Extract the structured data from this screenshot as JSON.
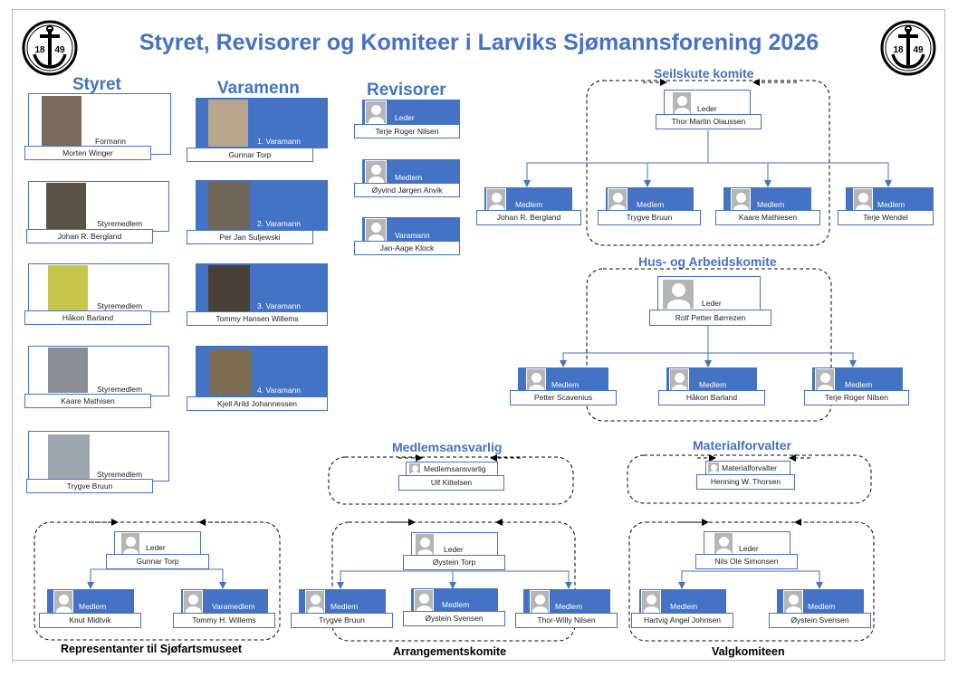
{
  "title": "Styret, Revisorer og Komiteer i Larviks Sjømannsforening 2026",
  "logo": {
    "year_left": "18",
    "year_right": "49"
  },
  "sections": {
    "styret": "Styret",
    "varamenn": "Varamenn",
    "revisorer": "Revisorer",
    "seilskute": "Seilskute komite",
    "hus": "Hus- og Arbeidskomite",
    "medlemsansvarlig": "Medlemsansvarlig",
    "materialforvalter": "Materialforvalter",
    "sjofart": "Representanter til Sjøfartsmuseet",
    "arrangement": "Arrangementskomite",
    "valg": "Valgkomiteen"
  },
  "styret": [
    {
      "role": "Formann",
      "name": "Morten Winger"
    },
    {
      "role": "Styremedlem",
      "name": "Johan R. Bergland"
    },
    {
      "role": "Styremedlem",
      "name": "Håkon Barland"
    },
    {
      "role": "Styremedlem",
      "name": "Kaare Mathisen"
    },
    {
      "role": "Styremedlem",
      "name": "Trygve Bruun"
    }
  ],
  "varamenn": [
    {
      "role": "1. Varamann",
      "name": "Gunnar Torp"
    },
    {
      "role": "2. Varamann",
      "name": "Per Jan Suljewski"
    },
    {
      "role": "3. Varamann",
      "name": "Tommy Hansen Willems"
    },
    {
      "role": "4. Varamann",
      "name": "Kjell Arild Johannessen"
    }
  ],
  "revisorer": [
    {
      "role": "Leder",
      "name": "Terje Roger Nilsen"
    },
    {
      "role": "Medlem",
      "name": "Øyvind Jørgen Anvik"
    },
    {
      "role": "Varamann",
      "name": "Jan-Aage Klock"
    }
  ],
  "seilskute": {
    "leader": {
      "role": "Leder",
      "name": "Thor Martin Olaussen"
    },
    "members": [
      {
        "role": "Medlem",
        "name": "Johan R. Bergland"
      },
      {
        "role": "Medlem",
        "name": "Trygve Bruun"
      },
      {
        "role": "Medlem",
        "name": "Kaare Mathiesen"
      },
      {
        "role": "Medlem",
        "name": "Terje Wendel"
      }
    ]
  },
  "hus": {
    "leader": {
      "role": "Leder",
      "name": "Rolf Petter Børrezen"
    },
    "members": [
      {
        "role": "Medlem",
        "name": "Petter Scavenius"
      },
      {
        "role": "Medlem",
        "name": "Håkon Barland"
      },
      {
        "role": "Medlem",
        "name": "Terje Roger Nilsen"
      }
    ]
  },
  "medlemsansvarlig": {
    "role": "Medlemsansvarlig",
    "name": "Ulf Kittelsen"
  },
  "materialforvalter": {
    "role": "Materialforvalter",
    "name": "Henning W. Thorsen"
  },
  "sjofart": {
    "leader": {
      "role": "Leder",
      "name": "Gunnar Torp"
    },
    "members": [
      {
        "role": "Medlem",
        "name": "Knut Midtvik"
      },
      {
        "role": "Varamedlem",
        "name": "Tommy H. Willems"
      }
    ]
  },
  "arrangement": {
    "leader": {
      "role": "Leder",
      "name": "Øystein Torp"
    },
    "members": [
      {
        "role": "Medlem",
        "name": "Trygve Bruun"
      },
      {
        "role": "Medlem",
        "name": "Øystein Svensen"
      },
      {
        "role": "Medlem",
        "name": "Thor-Willy Nilsen"
      }
    ]
  },
  "valg": {
    "leader": {
      "role": "Leder",
      "name": "Nils Ole Simonsen"
    },
    "members": [
      {
        "role": "Medlem",
        "name": "Hartvig Angel Johnsen"
      },
      {
        "role": "Medlem",
        "name": "Øystein Svensen"
      }
    ]
  }
}
